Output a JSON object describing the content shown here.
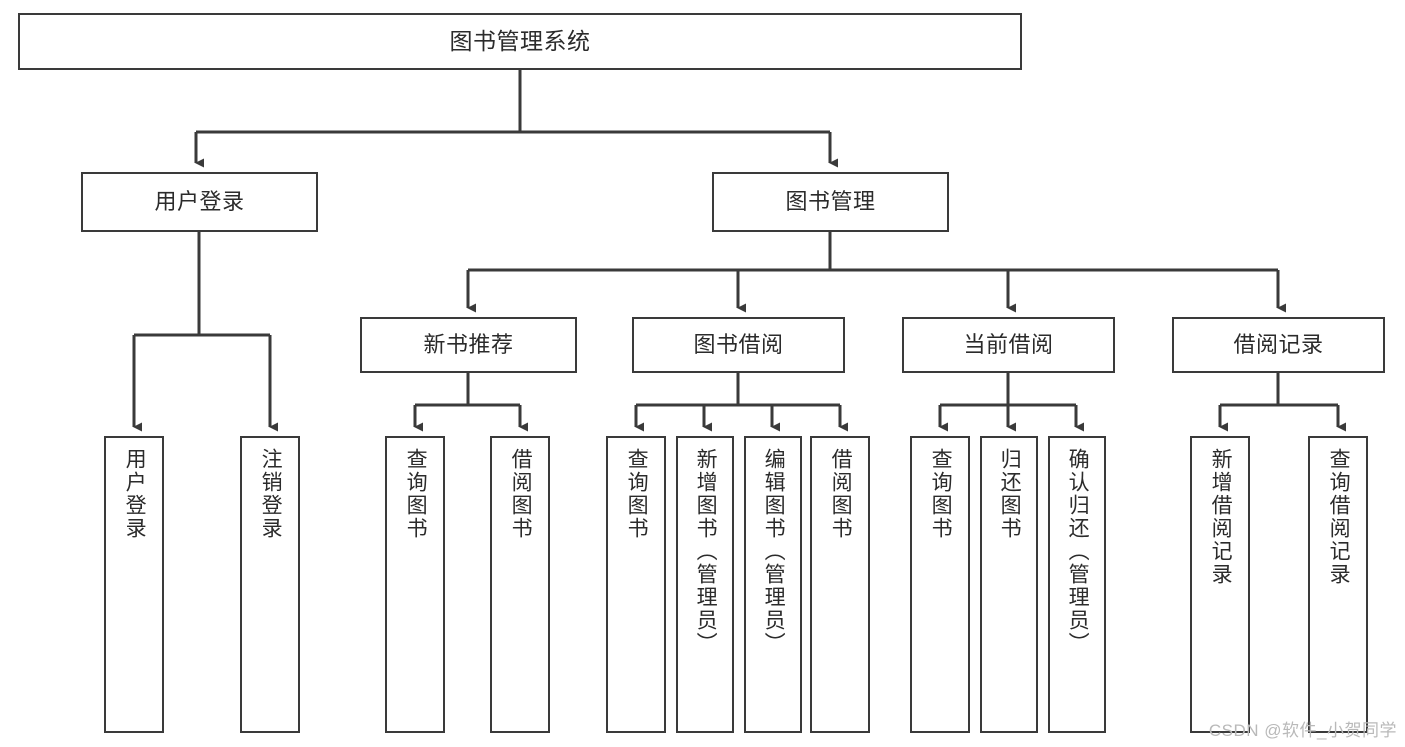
{
  "diagram": {
    "title": "图书管理系统",
    "type": "tree-hierarchy",
    "watermark": "CSDN @软件_小贺同学",
    "colors": {
      "stroke": "#3a3a3a",
      "fill": "#ffffff",
      "text": "#2b2b2b",
      "watermark": "#b9b9b9"
    },
    "root": {
      "label": "图书管理系统"
    },
    "level2": [
      {
        "label": "用户登录"
      },
      {
        "label": "图书管理"
      }
    ],
    "level3": [
      {
        "label": "新书推荐"
      },
      {
        "label": "图书借阅"
      },
      {
        "label": "当前借阅"
      },
      {
        "label": "借阅记录"
      }
    ],
    "leaves": {
      "user_login": [
        {
          "label": "用户登录"
        },
        {
          "label": "注销登录"
        }
      ],
      "new_book_recommend": [
        {
          "label": "查询图书"
        },
        {
          "label": "借阅图书"
        }
      ],
      "book_borrow": [
        {
          "label": "查询图书"
        },
        {
          "label": "新增图书（管理员）"
        },
        {
          "label": "编辑图书（管理员）"
        },
        {
          "label": "借阅图书"
        }
      ],
      "current_borrow": [
        {
          "label": "查询图书"
        },
        {
          "label": "归还图书"
        },
        {
          "label": "确认归还（管理员）"
        }
      ],
      "borrow_record": [
        {
          "label": "新增借阅记录"
        },
        {
          "label": "查询借阅记录"
        }
      ]
    }
  }
}
